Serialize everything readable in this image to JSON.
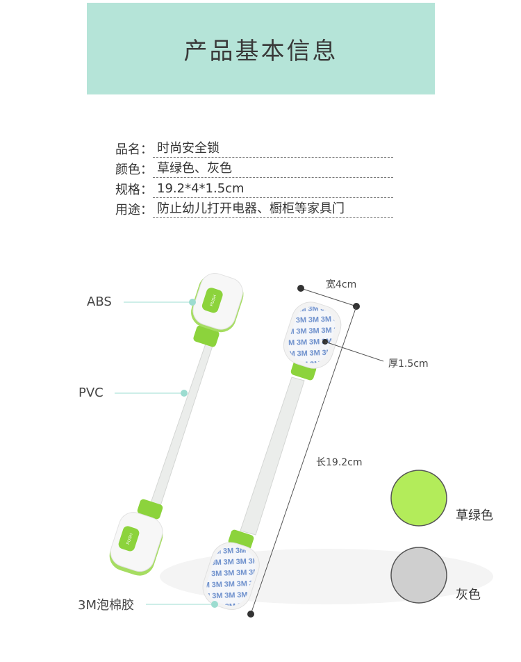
{
  "header": {
    "title": "产品基本信息"
  },
  "info": [
    {
      "label": "品名：",
      "value": "时尚安全锁"
    },
    {
      "label": "颜色：",
      "value": "草绿色、灰色"
    },
    {
      "label": "规格：",
      "value": "19.2*4*1.5cm"
    },
    {
      "label": "用途：",
      "value": "防止幼儿打开电器、橱柜等家具门"
    }
  ],
  "callouts": {
    "abs": "ABS",
    "pvc": "PVC",
    "foam": "3M泡棉胶"
  },
  "dimensions": {
    "width": "宽4cm",
    "thickness": "厚1.5cm",
    "length": "长19.2cm"
  },
  "lock": {
    "push_label": "PUSH",
    "tape_logo": "3M"
  },
  "swatches": [
    {
      "name": "草绿色",
      "color": "#b3ec5a"
    },
    {
      "name": "灰色",
      "color": "#cfcfcf"
    }
  ],
  "colors": {
    "accent_green": "#8cd33c",
    "header_bg": "#b5e4d8",
    "callout_line": "#9cdcd0"
  }
}
